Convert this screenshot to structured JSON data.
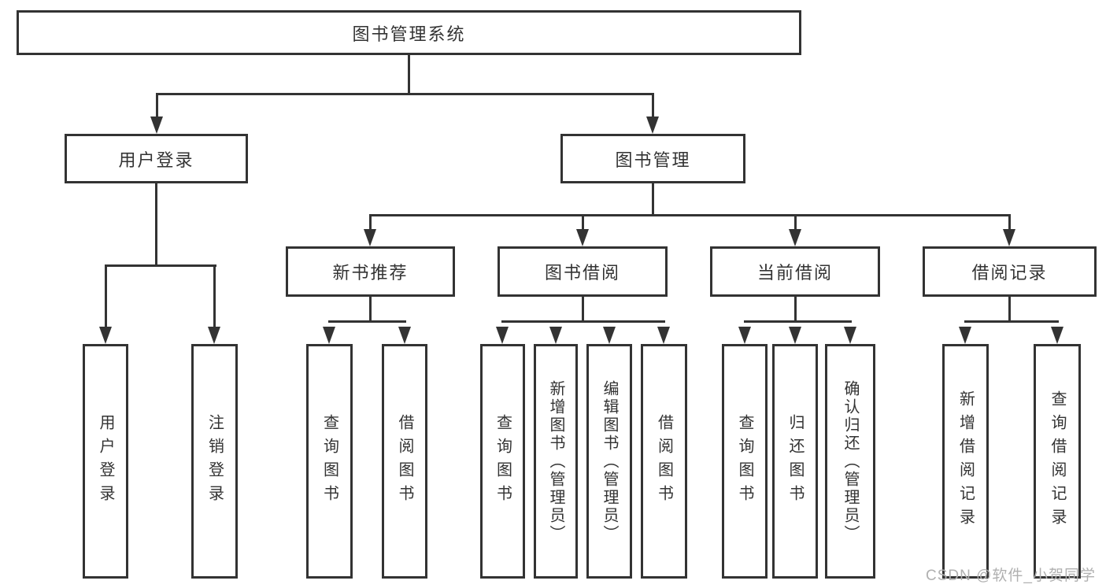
{
  "page": {
    "background": "#ffffff",
    "line_color": "#333333",
    "watermark": {
      "text": "CSDN @软件_小贺同学",
      "color": "#b0b0b0"
    }
  },
  "tree": {
    "root": {
      "label": "图书管理系统"
    },
    "branches": [
      {
        "label": "用户登录",
        "children": [
          {
            "label": "用户登录"
          },
          {
            "label": "注销登录"
          }
        ]
      },
      {
        "label": "图书管理",
        "children": [
          {
            "label": "新书推荐",
            "children": [
              {
                "label": "查询图书"
              },
              {
                "label": "借阅图书"
              }
            ]
          },
          {
            "label": "图书借阅",
            "children": [
              {
                "label": "查询图书"
              },
              {
                "label": "新增图书（管理员）"
              },
              {
                "label": "编辑图书（管理员）"
              },
              {
                "label": "借阅图书"
              }
            ]
          },
          {
            "label": "当前借阅",
            "children": [
              {
                "label": "查询图书"
              },
              {
                "label": "归还图书"
              },
              {
                "label": "确认归还（管理员）"
              }
            ]
          },
          {
            "label": "借阅记录",
            "children": [
              {
                "label": "新增借阅记录"
              },
              {
                "label": "查询借阅记录"
              }
            ]
          }
        ]
      }
    ]
  }
}
